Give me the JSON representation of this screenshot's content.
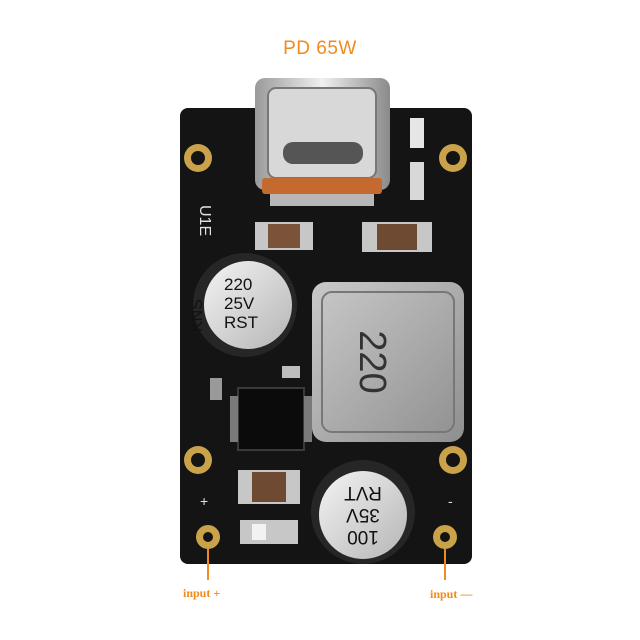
{
  "title": "PD 65W",
  "board": {
    "silkscreen_ref": "U1E",
    "pin_plus": "+",
    "pin_minus": "-"
  },
  "cap_left": {
    "line1": "220",
    "line2": "25V",
    "line3": "RST",
    "brand": "KNS"
  },
  "cap_bottom": {
    "line1": "100",
    "line2": "35V",
    "line3": "RVT"
  },
  "inductor": {
    "marking": "220"
  },
  "labels": {
    "input_plus": "input +",
    "input_minus": "input —"
  },
  "colors": {
    "pcb": "#141414",
    "accent": "#f28a1e",
    "gold": "#c9a24a"
  }
}
